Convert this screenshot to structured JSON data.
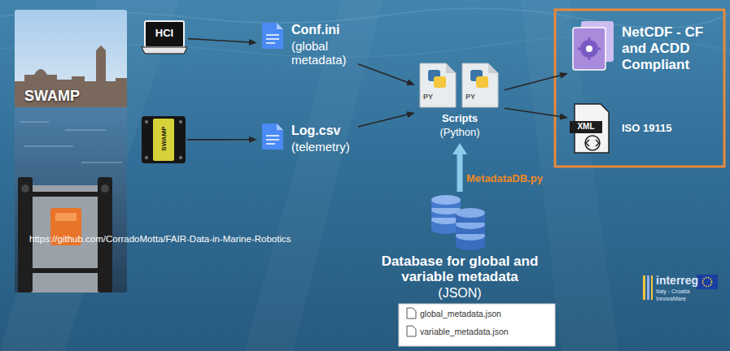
{
  "diagram": {
    "nodes": [
      {
        "text": [
          "SWAMP"
        ]
      },
      {
        "text": [
          "HCI"
        ]
      },
      {
        "text": [
          "Conf.ini",
          "(global metadata)"
        ]
      },
      {
        "text": [
          "SWAMP"
        ]
      },
      {
        "text": [
          "Log.csv",
          "(telemetry)"
        ]
      },
      {
        "text": [
          "Scripts",
          "(Python)"
        ]
      },
      {
        "text": [
          "NetCDF - CF and ACDD Compliant"
        ]
      },
      {
        "text": [
          "ISO 19115"
        ]
      },
      {
        "text": [
          "Database for global and variable metadata",
          "(JSON)"
        ]
      },
      {
        "text": [
          "global_metadata.json",
          "variable_metadata.json"
        ]
      }
    ],
    "edges": [
      {
        "from": 1,
        "to": 2,
        "arrow": "to"
      },
      {
        "from": 3,
        "to": 4,
        "arrow": "to"
      },
      {
        "from": 2,
        "to": 5,
        "arrow": "to"
      },
      {
        "from": 4,
        "to": 5,
        "arrow": "to"
      },
      {
        "from": 8,
        "to": 5,
        "label": "MetadataDB.py",
        "arrow": "to"
      },
      {
        "from": 5,
        "to": 6,
        "arrow": "to"
      },
      {
        "from": 5,
        "to": 7,
        "arrow": "to"
      }
    ],
    "labels": [
      "https://github.com/CorradoMotta/FAIR-Data-in-Marine-Robotics",
      "PY",
      "PY",
      "XML",
      "interreg",
      "Italy - Croatia",
      "InnovaMare"
    ]
  }
}
